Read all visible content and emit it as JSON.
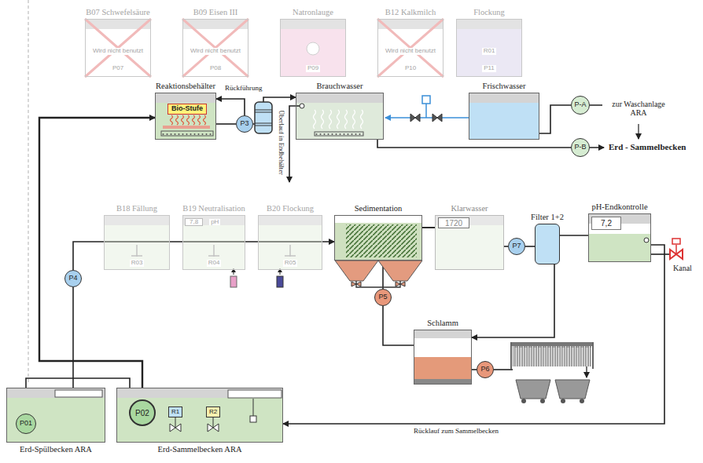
{
  "diagram": {
    "nodes": [
      {
        "text": [
          "B07 Schwefelsäure",
          "Wird nicht benutzt",
          "P07"
        ]
      },
      {
        "text": [
          "B09 Eisen III",
          "Wird nicht benutzt",
          "P08"
        ]
      },
      {
        "text": [
          "Natronlauge",
          "P09"
        ]
      },
      {
        "text": [
          "B12 Kalkmilch",
          "Wird nicht benutzt",
          "P10"
        ]
      },
      {
        "text": [
          "Flockung",
          "R01",
          "P11"
        ]
      },
      {
        "text": [
          "P-A"
        ]
      },
      {
        "text": [
          "P-B"
        ]
      },
      {
        "text": [
          "Reaktionsbehälter"
        ]
      },
      {
        "text": [
          "Bio-Stufe"
        ],
        "in": 7
      },
      {
        "text": [
          "P3"
        ]
      },
      {
        "text": [
          "Brauchwasser"
        ]
      },
      {
        "text": [
          "Frischwasser"
        ]
      },
      {
        "text": [
          "B18 Fällung",
          "R03"
        ]
      },
      {
        "text": [
          "B19 Neutralisation",
          "R04"
        ]
      },
      {
        "text": [
          "7,8",
          "pH"
        ],
        "in": 13
      },
      {
        "text": [
          "B20 Flockung",
          "R05"
        ]
      },
      {
        "text": [
          "Sedimentation"
        ]
      },
      {
        "text": [
          "Klarwasser"
        ]
      },
      {
        "text": [
          "1720"
        ],
        "in": 17
      },
      {
        "text": [
          "P4"
        ]
      },
      {
        "text": [
          "P7"
        ]
      },
      {
        "text": [
          "Filter 1+2"
        ]
      },
      {
        "text": [
          "pH-Endkontrolle"
        ]
      },
      {
        "text": [
          "7,2"
        ],
        "in": 22
      },
      {
        "text": [
          "P5"
        ]
      },
      {
        "text": [
          "Schlamm"
        ]
      },
      {
        "text": [
          "P6"
        ]
      },
      {
        "text": [
          "Erd-Spülbecken ARA"
        ]
      },
      {
        "text": [
          "P01"
        ],
        "in": 27
      },
      {
        "text": [
          "Erd-Sammelbecken ARA"
        ]
      },
      {
        "text": [
          "P02"
        ],
        "in": 29
      },
      {
        "text": [
          "R1"
        ],
        "in": 29
      },
      {
        "text": [
          "R2"
        ],
        "in": 29
      }
    ],
    "edges": [
      {
        "from": 11,
        "to": 5,
        "arrow": "none"
      },
      {
        "from": 10,
        "to": 6,
        "arrow": "none"
      },
      {
        "from": 30,
        "to": 7,
        "arrow": "to"
      },
      {
        "from": 7,
        "to": 9,
        "arrow": "none"
      },
      {
        "from": 9,
        "to": 10,
        "arrow": "to"
      },
      {
        "from": 9,
        "to": 7,
        "label": "Rückführung",
        "arrow": "to"
      },
      {
        "from": 29,
        "to": 19,
        "arrow": "none"
      },
      {
        "from": 19,
        "to": 16,
        "arrow": "to"
      },
      {
        "from": 16,
        "to": 17,
        "arrow": "none"
      },
      {
        "from": 16,
        "to": 24,
        "arrow": "none"
      },
      {
        "from": 24,
        "to": 25,
        "arrow": "none"
      },
      {
        "from": 17,
        "to": 20,
        "arrow": "none"
      },
      {
        "from": 20,
        "to": 21,
        "arrow": "none"
      },
      {
        "from": 21,
        "to": 22,
        "arrow": "none"
      },
      {
        "from": 21,
        "to": 25,
        "arrow": "to"
      },
      {
        "from": 22,
        "to": 29,
        "label": "Rücklauf zum Sammelbecken",
        "arrow": "to"
      },
      {
        "from": 25,
        "to": 26,
        "arrow": "none"
      },
      {
        "from": 28,
        "to": 29,
        "arrow": "none"
      }
    ],
    "labels": [
      "Überlauf in Endbehälter",
      "zur Waschanlage ARA",
      "Erd - Sammelbecken",
      "Kanal"
    ]
  }
}
